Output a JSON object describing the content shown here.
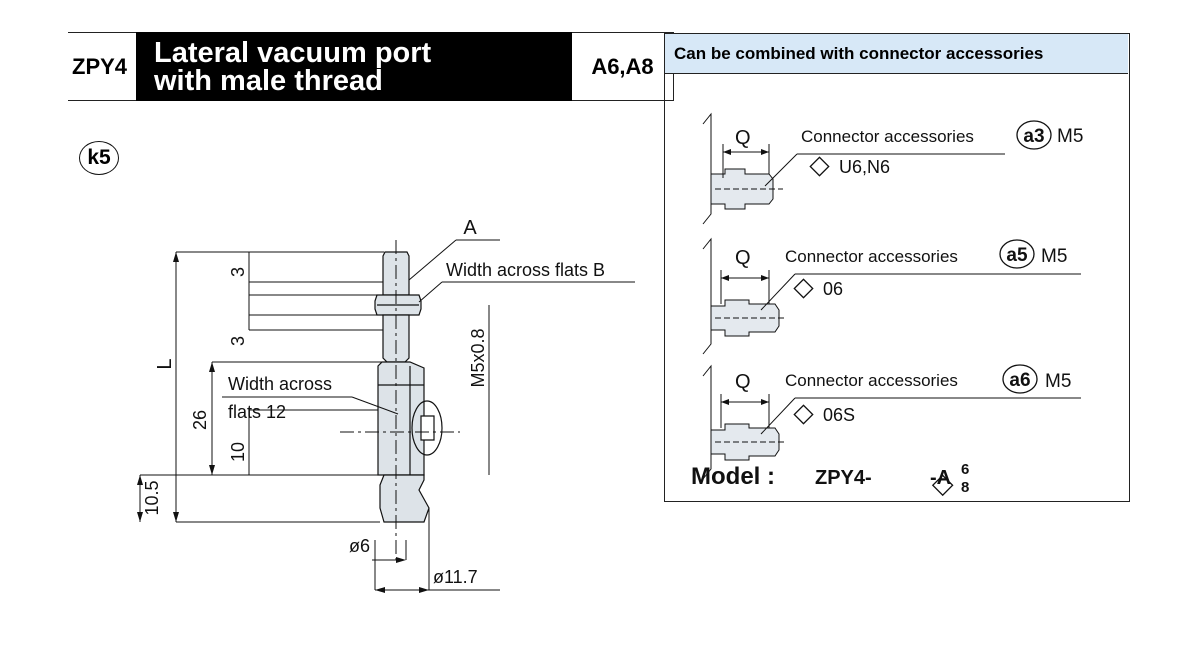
{
  "header": {
    "code": "ZPY4",
    "title": "Lateral vacuum port\nwith male thread",
    "suffix": "A6,A8"
  },
  "badge": "k5",
  "drawing": {
    "label_A": "A",
    "width_across_flats_b": "Width across flats B",
    "dim_3_top": "3",
    "dim_3_bottom": "3",
    "dim_L": "L",
    "thread": "M5x0.8",
    "width_across_flats_12_line1": "Width across",
    "width_across_flats_12_line2": "flats 12",
    "dim_26": "26",
    "dim_10": "10",
    "dim_10_5": "10.5",
    "dia_6": "ø6",
    "dia_11_7": "ø11.7"
  },
  "panel": {
    "title": "Can be combined with connector accessories",
    "items": [
      {
        "q": "Q",
        "text": "Connector accessories",
        "code": "a3",
        "size": "M5",
        "option": "U6,N6"
      },
      {
        "q": "Q",
        "text": "Connector accessories",
        "code": "a5",
        "size": "M5",
        "option": "06"
      },
      {
        "q": "Q",
        "text": "Connector accessories",
        "code": "a6",
        "size": "M5",
        "option": "06S"
      }
    ],
    "model_label": "Model :",
    "model_code": "ZPY4-",
    "model_mid": "-A",
    "model_sup": "6",
    "model_sub": "8"
  }
}
